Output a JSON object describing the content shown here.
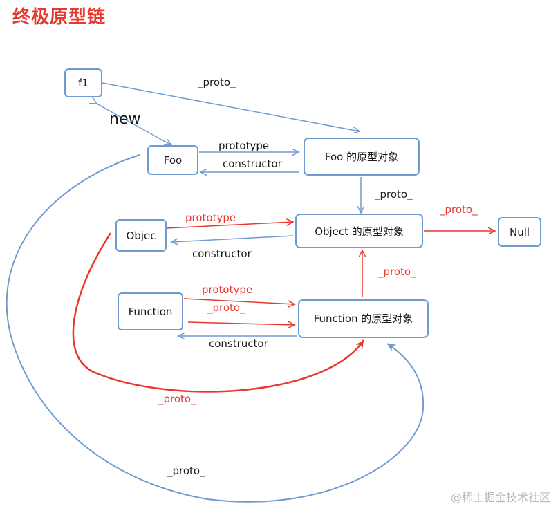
{
  "title": "终极原型链",
  "watermark": "@稀土掘金技术社区",
  "nodes": {
    "f1": "f1",
    "foo": "Foo",
    "foo_proto": "Foo 的原型对象",
    "objec": "Objec",
    "object_proto": "Object 的原型对象",
    "null": "Null",
    "function": "Function",
    "function_proto": "Function 的原型对象"
  },
  "labels": {
    "proto_top": "_proto_",
    "new": "new",
    "prototype_foo": "prototype",
    "constructor_foo": "constructor",
    "proto_foo_obj": "_proto_",
    "proto_obj_null": "_proto_",
    "prototype_obj": "prototype",
    "constructor_obj": "constructor",
    "prototype_func": "prototype",
    "proto_func": "_proto_",
    "proto_funcproto_obj": "_proto_",
    "constructor_func": "constructor",
    "proto_objec_func": "_proto_",
    "proto_foo_func": "_proto_"
  },
  "colors": {
    "blue": "#6f9bd1",
    "red": "#e8392f",
    "title": "#e8392f"
  }
}
